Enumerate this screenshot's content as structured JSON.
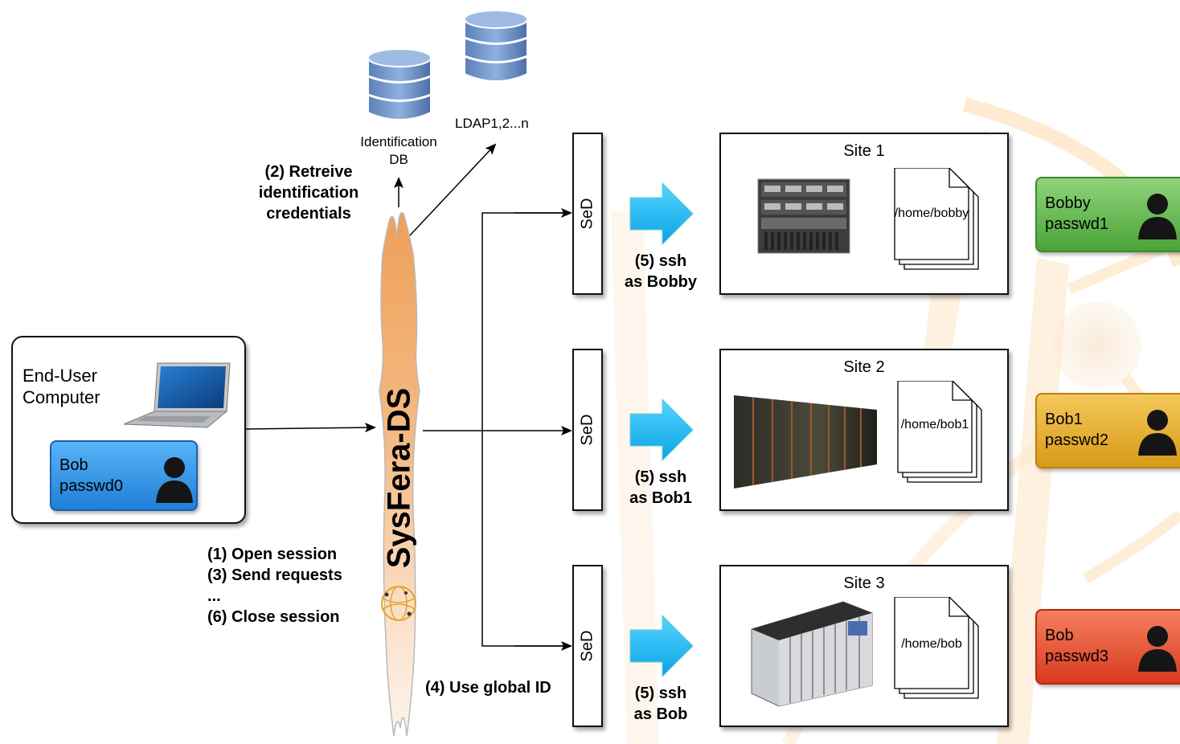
{
  "databases": {
    "identification_db": "Identification\nDB",
    "ldap": "LDAP1,2...n"
  },
  "central": {
    "name": "SysFera-DS"
  },
  "steps": {
    "retrieve": "(2) Retreive\nidentification\ncredentials",
    "client_steps": [
      "(1) Open session",
      "(3) Send requests",
      "...",
      "(6) Close session"
    ],
    "global_id": "(4) Use global ID"
  },
  "end_user": {
    "title": "End-User\nComputer",
    "user": "Bob",
    "password": "passwd0"
  },
  "sed_label": "SeD",
  "sites": [
    {
      "title": "Site 1",
      "home": "/home/bobby",
      "ssh": "(5) ssh\nas Bobby",
      "user": "Bobby",
      "password": "passwd1"
    },
    {
      "title": "Site 2",
      "home": "/home/bob1",
      "ssh": "(5) ssh\nas Bob1",
      "user": "Bob1",
      "password": "passwd2"
    },
    {
      "title": "Site 3",
      "home": "/home/bob",
      "ssh": "(5) ssh\nas Bob",
      "user": "Bob",
      "password": "passwd3"
    }
  ],
  "colors": {
    "end_user_card": "#1f8fe0",
    "site1_card": "#5cb04a",
    "site2_card": "#e0a21e",
    "site3_card": "#e0462c",
    "arrow": "#1ab8f0",
    "central": "#f2a55e"
  }
}
